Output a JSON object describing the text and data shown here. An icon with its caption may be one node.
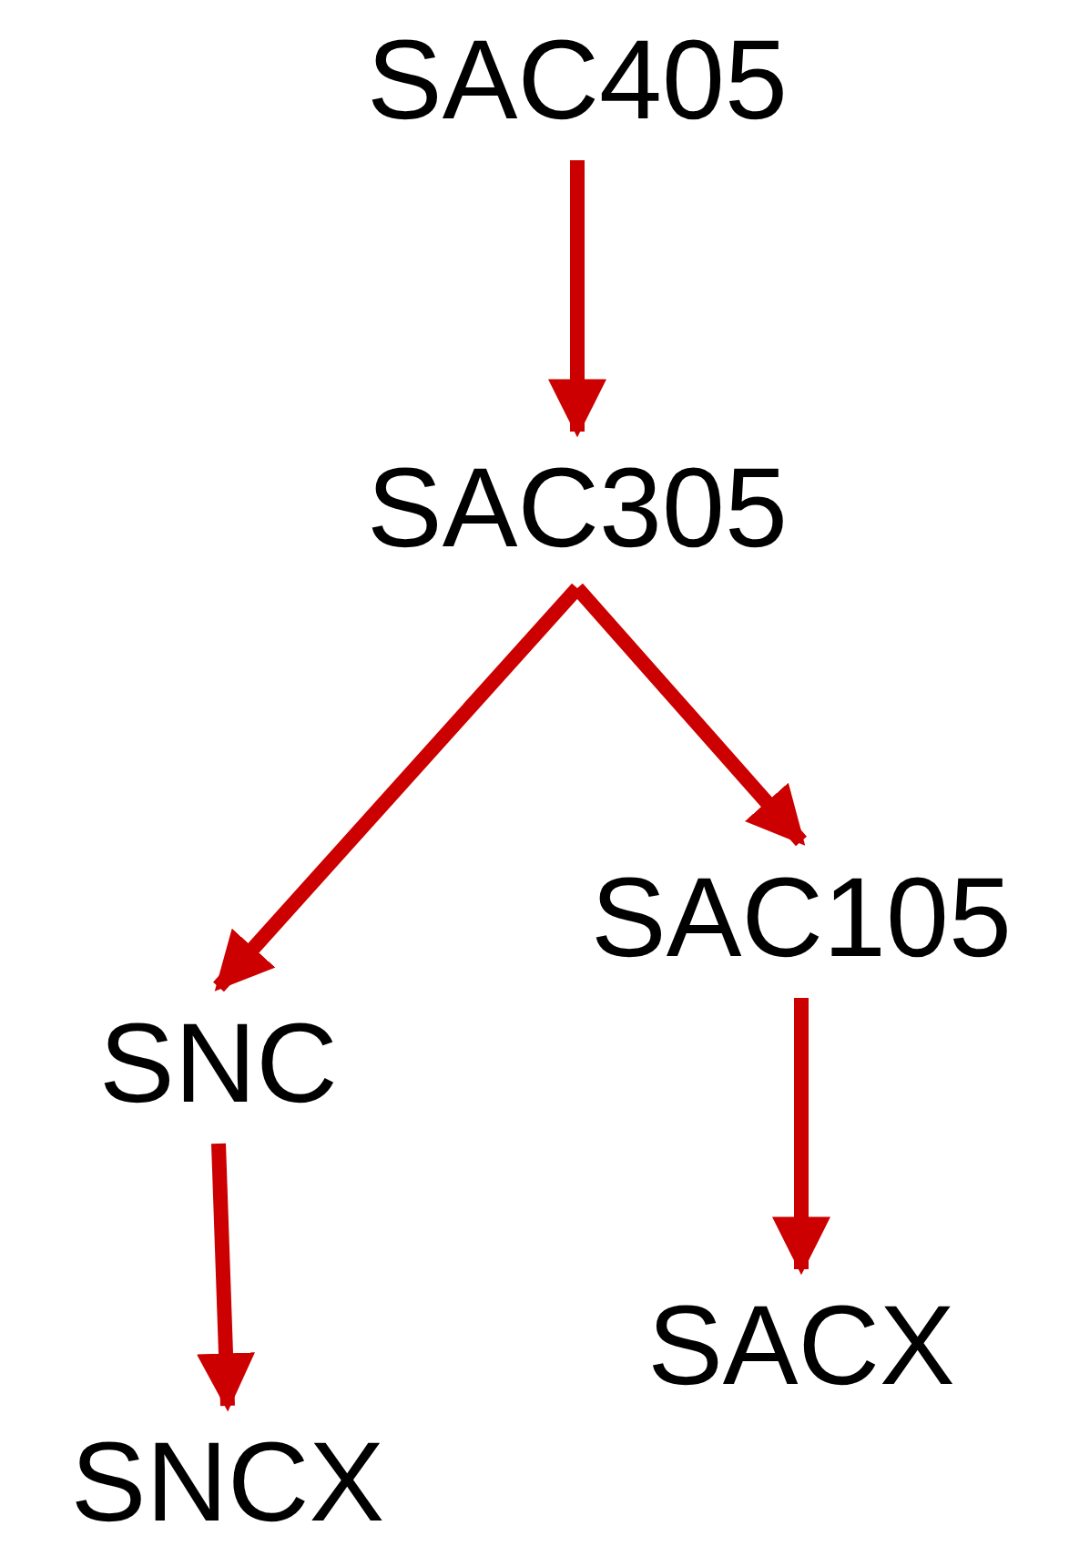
{
  "diagram": {
    "nodes": [
      {
        "text": [
          "SAC405"
        ]
      },
      {
        "text": [
          "SAC305"
        ]
      },
      {
        "text": [
          "SAC105"
        ]
      },
      {
        "text": [
          "SNC"
        ]
      },
      {
        "text": [
          "SACX"
        ]
      },
      {
        "text": [
          "SNCX"
        ]
      }
    ],
    "edges": [
      {
        "from": 0,
        "to": 1,
        "arrow": "to"
      },
      {
        "from": 1,
        "to": 3,
        "arrow": "to"
      },
      {
        "from": 1,
        "to": 2,
        "arrow": "to"
      },
      {
        "from": 2,
        "to": 4,
        "arrow": "to"
      },
      {
        "from": 3,
        "to": 5,
        "arrow": "to"
      }
    ]
  }
}
